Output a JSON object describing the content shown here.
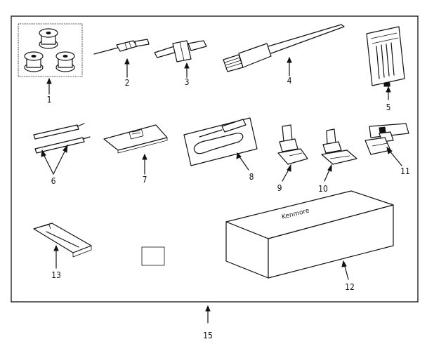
{
  "parts": [
    {
      "id": "bobbins",
      "label": "1"
    },
    {
      "id": "small-screwdriver",
      "label": "2"
    },
    {
      "id": "large-screwdriver",
      "label": "3"
    },
    {
      "id": "lint-brush",
      "label": "4"
    },
    {
      "id": "needle-pack",
      "label": "5"
    },
    {
      "id": "spool-pins",
      "label": "6"
    },
    {
      "id": "darning-plate",
      "label": "7"
    },
    {
      "id": "seam-ripper",
      "label": "8"
    },
    {
      "id": "presser-foot-zigzag",
      "label": "9"
    },
    {
      "id": "presser-foot-straight",
      "label": "10"
    },
    {
      "id": "zipper-foot",
      "label": "11"
    },
    {
      "id": "accessory-box",
      "label": "12",
      "brand": "Kenmore"
    },
    {
      "id": "buttonhole-foot",
      "label": "13"
    },
    {
      "id": "accessory-kit",
      "label": "15"
    }
  ]
}
